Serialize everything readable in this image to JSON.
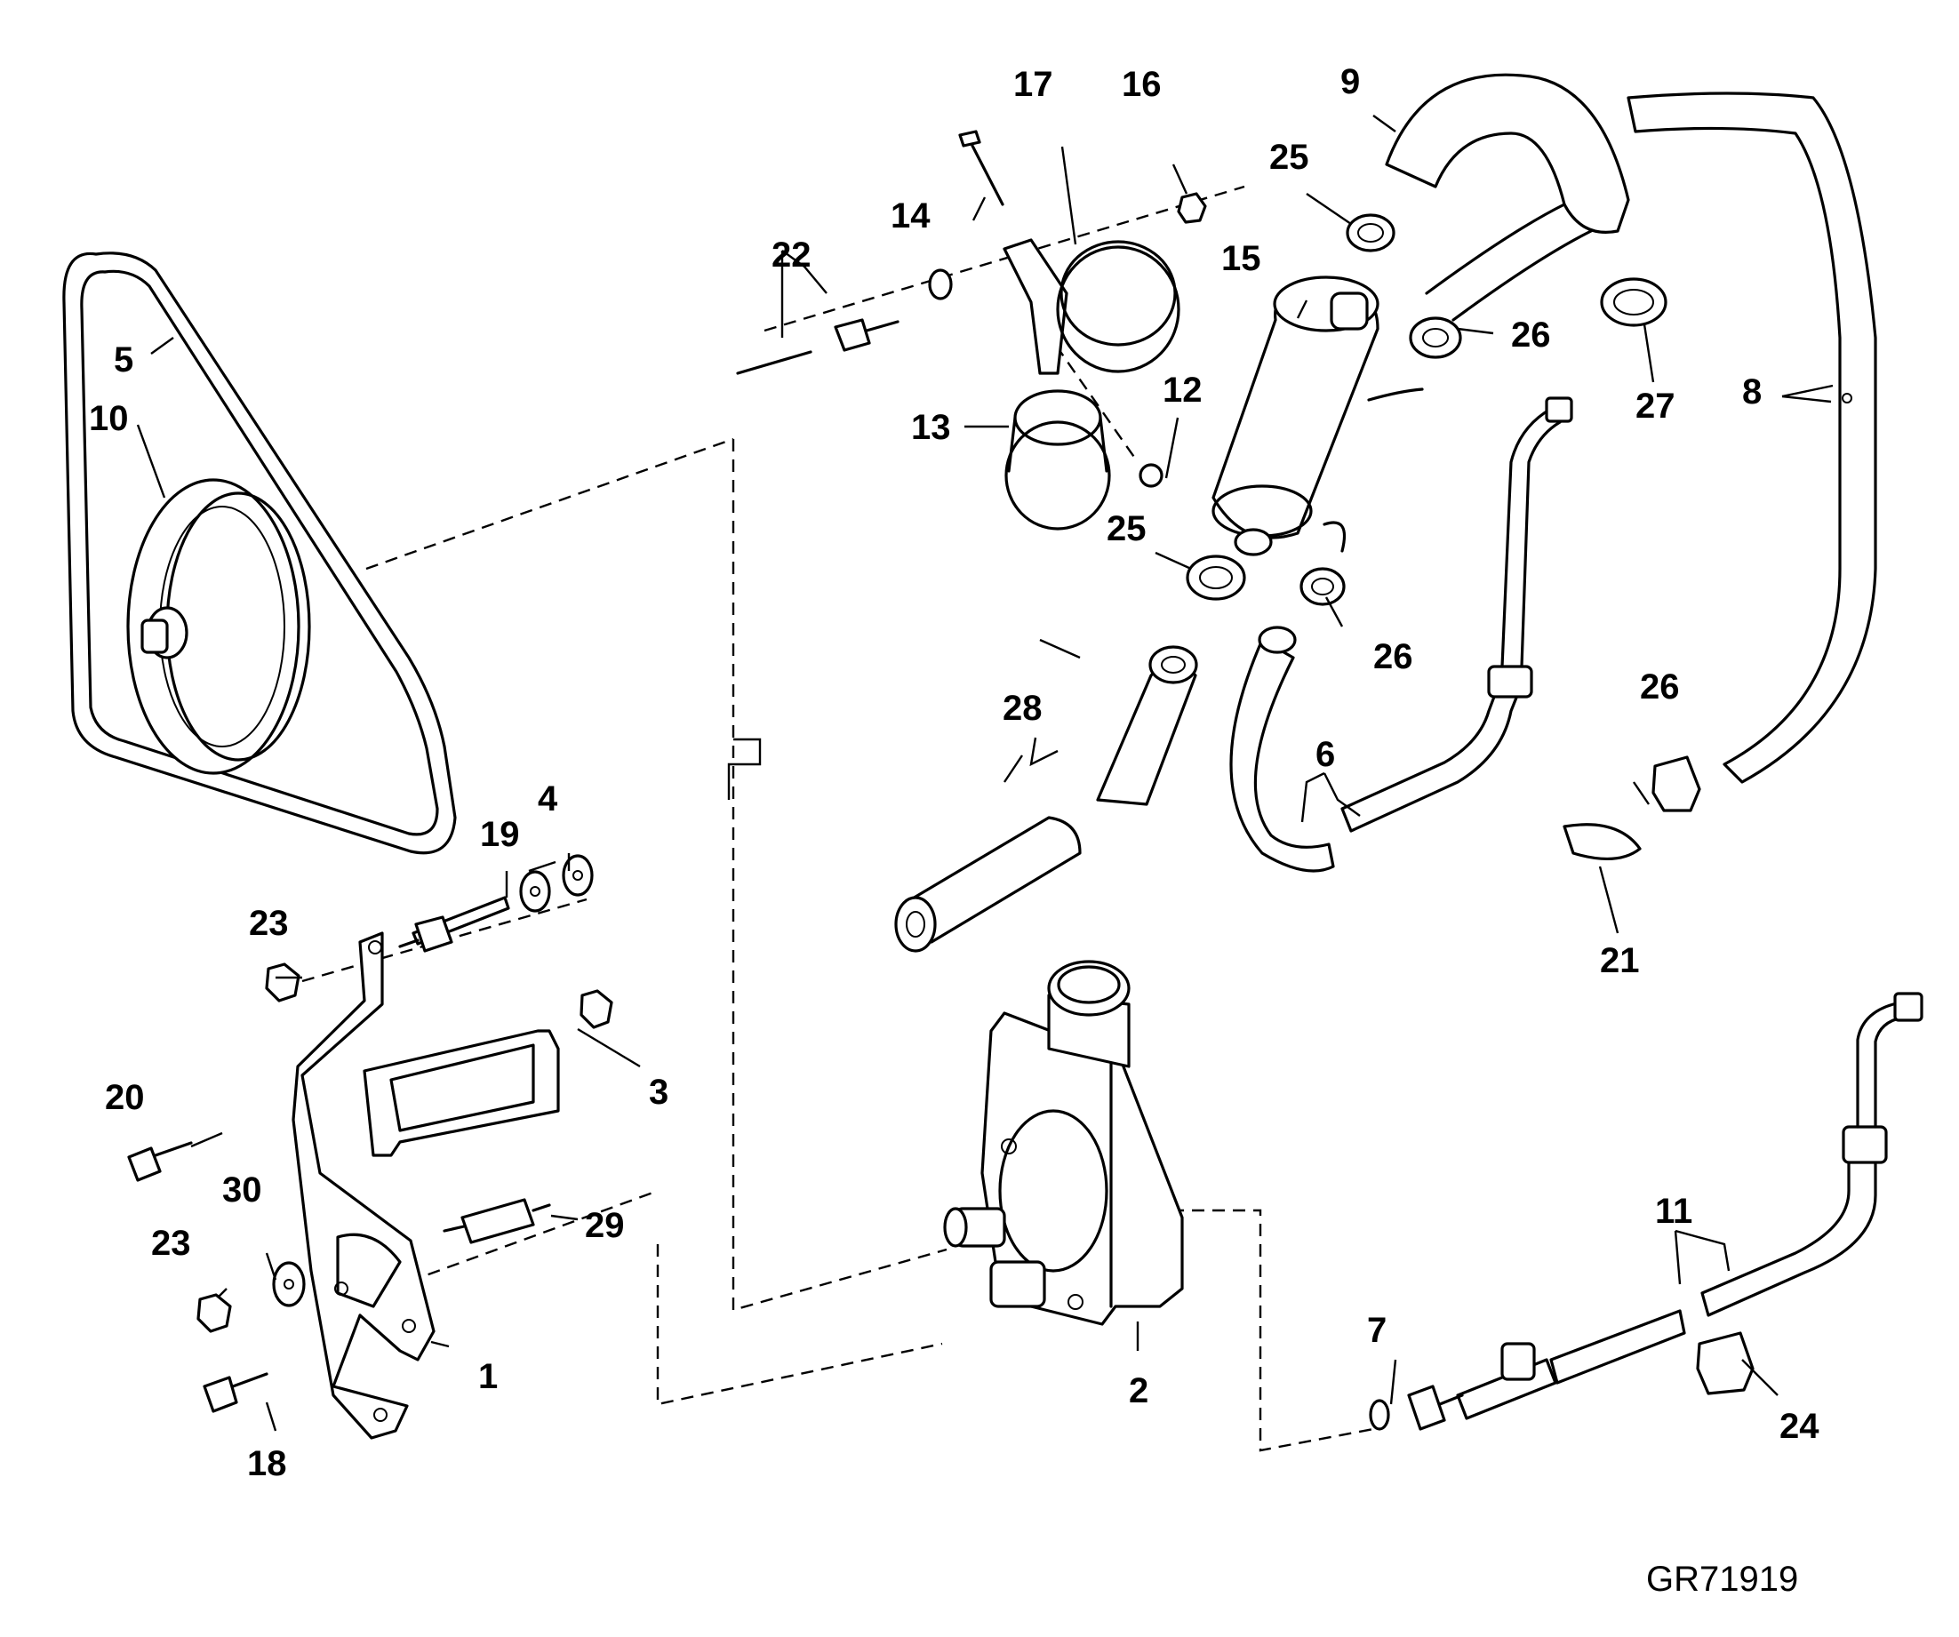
{
  "figure_id": "GR71919",
  "callouts": [
    "1",
    "2",
    "3",
    "4",
    "5",
    "6",
    "7",
    "8",
    "9",
    "10",
    "11",
    "12",
    "13",
    "14",
    "15",
    "16",
    "17",
    "18",
    "19",
    "20",
    "21",
    "22",
    "23",
    "24",
    "25",
    "26",
    "27",
    "28",
    "29",
    "30"
  ]
}
